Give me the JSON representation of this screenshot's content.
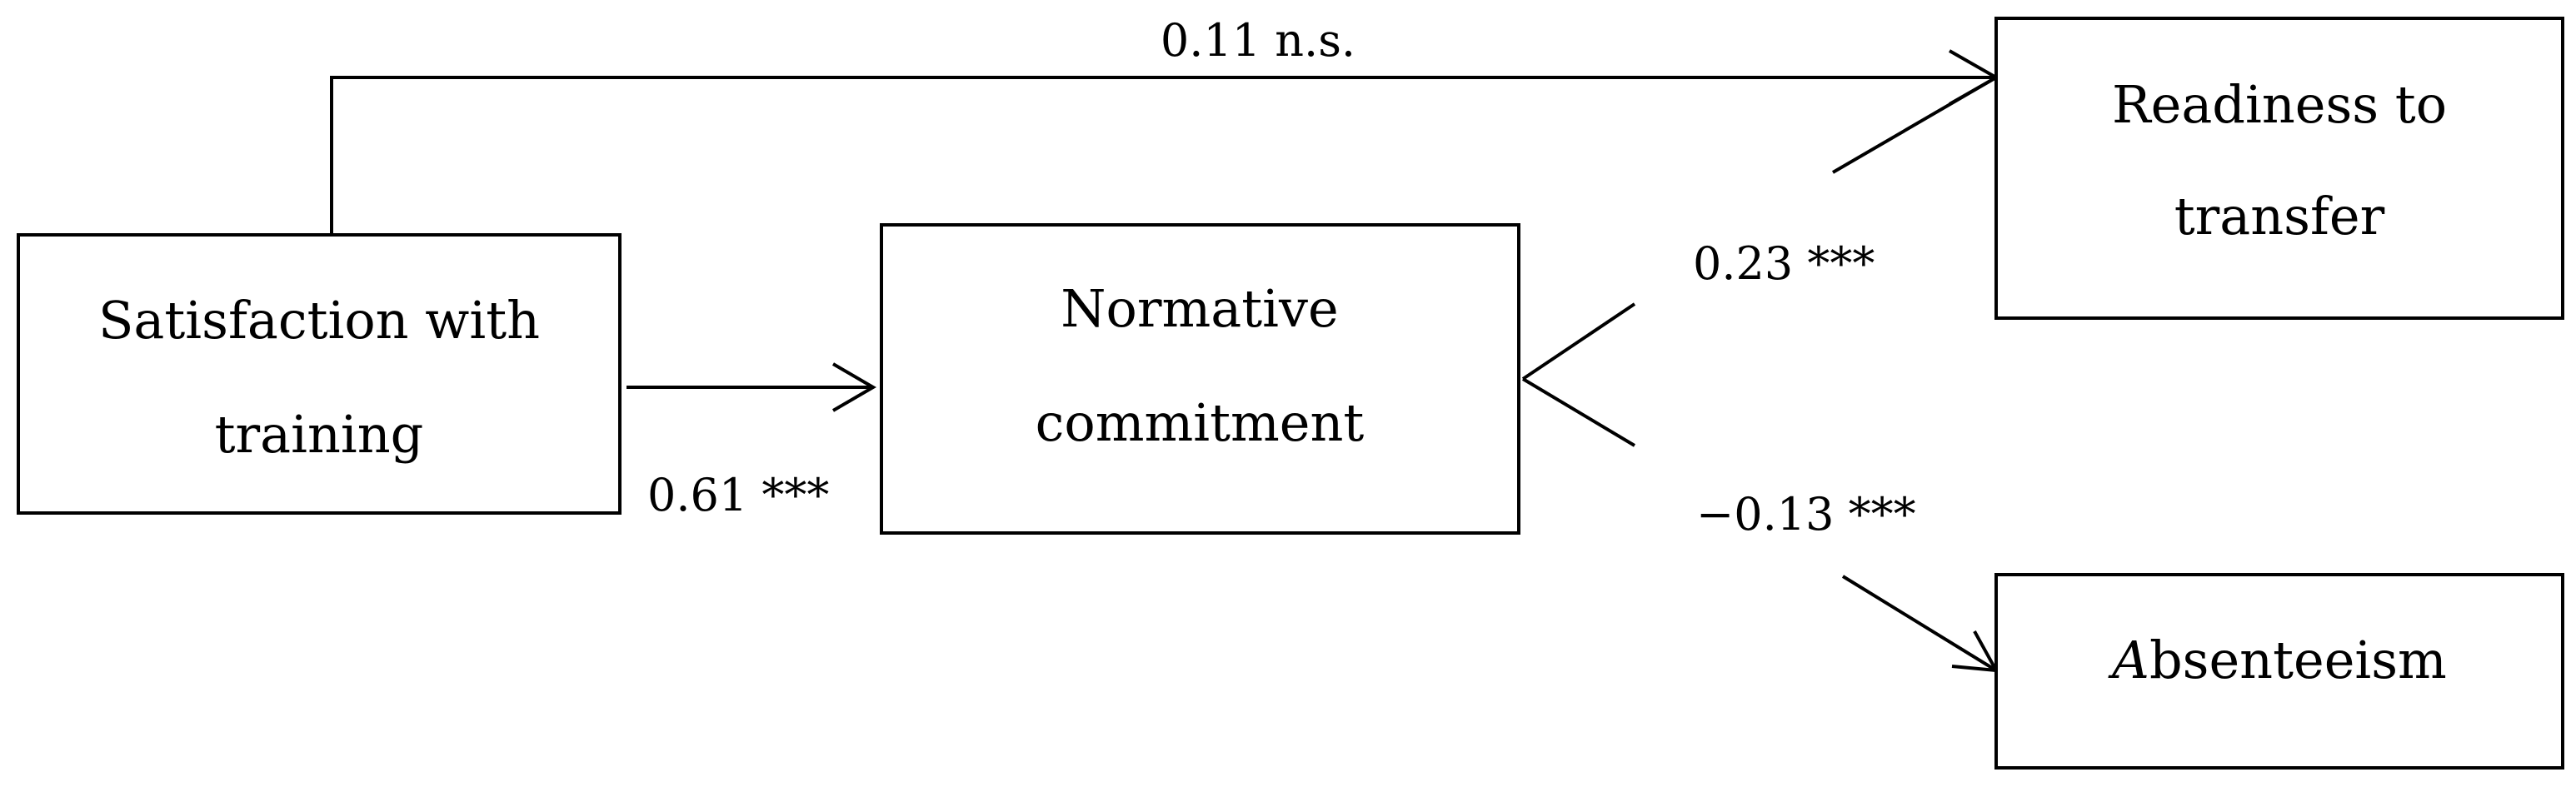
{
  "nodes": {
    "satisfaction": {
      "line1": "Satisfaction with",
      "line2": "training"
    },
    "normative": {
      "line1": "Normative",
      "line2": "commitment"
    },
    "readiness": {
      "line1": "Readiness to",
      "line2": "transfer"
    },
    "absenteeism": {
      "first_letter": "A",
      "rest": "bsenteeism"
    }
  },
  "paths": {
    "satisfaction_to_readiness": "0.11 n.s.",
    "satisfaction_to_normative": "0.61 ***",
    "normative_to_readiness": "0.23 ***",
    "normative_to_absenteeism": "−0.13 ***"
  }
}
